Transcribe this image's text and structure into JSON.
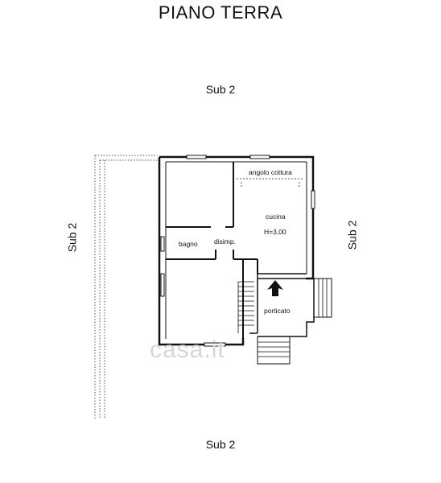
{
  "title": "PIANO TERRA",
  "surroundings": {
    "top": "Sub 2",
    "bottom": "Sub 2",
    "left": "Sub 2",
    "right": "Sub 2"
  },
  "rooms": {
    "angolo_cottura": "angolo cottura",
    "cucina": "cucina",
    "cucina_height": "H=3,00",
    "bagno": "bagno",
    "disimpegno": "disimp.",
    "porticato": "porticato"
  },
  "watermark": "casa.it",
  "colors": {
    "wall": "#111111",
    "dash": "#555555",
    "watermark": "#d6d6d6"
  },
  "icons": {
    "entrance": "entrance-arrow-icon"
  }
}
